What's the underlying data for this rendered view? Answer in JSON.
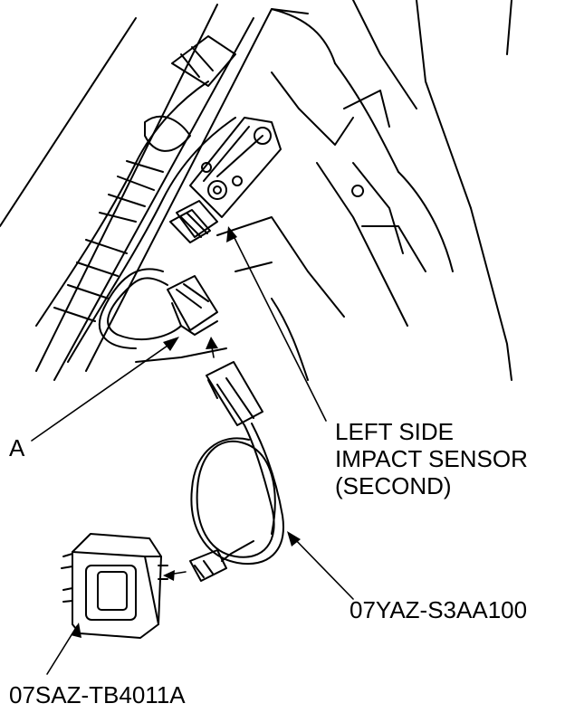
{
  "labels": {
    "connector_a": "A",
    "sensor_line1": "LEFT SIDE",
    "sensor_line2": "IMPACT SENSOR",
    "sensor_line3": "(SECOND)",
    "harness_part": "07YAZ-S3AA100",
    "tool_part": "07SAZ-TB4011A"
  },
  "colors": {
    "ink": "#000000",
    "paper": "#ffffff"
  }
}
